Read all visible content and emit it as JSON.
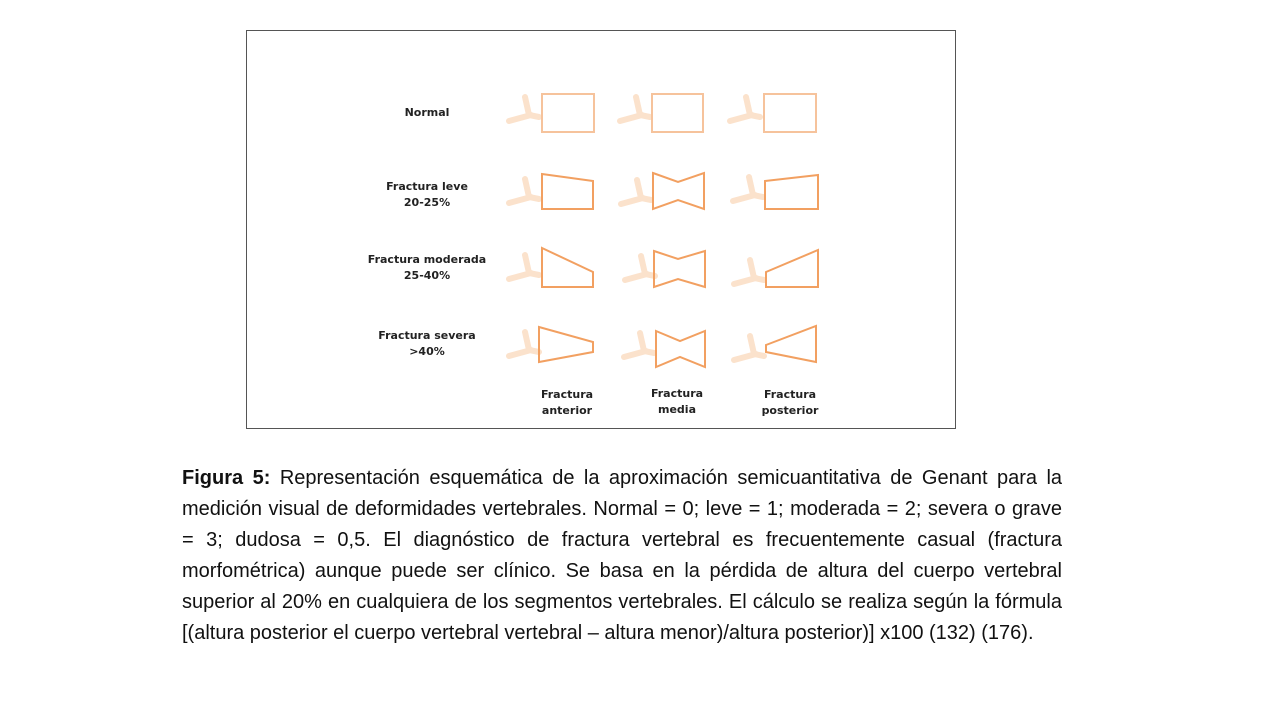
{
  "figure": {
    "shape_color": "#f2a061",
    "faded_color": "#fbe2cc",
    "rows": [
      {
        "key": "normal",
        "label_lines": [
          "Normal"
        ]
      },
      {
        "key": "leve",
        "label_lines": [
          "Fractura leve",
          "20-25%"
        ]
      },
      {
        "key": "moderada",
        "label_lines": [
          "Fractura moderada",
          "25-40%"
        ]
      },
      {
        "key": "severa",
        "label_lines": [
          "Fractura severa",
          ">40%"
        ]
      }
    ],
    "columns": [
      {
        "key": "anterior",
        "label_lines": [
          "Fractura",
          "anterior"
        ]
      },
      {
        "key": "media",
        "label_lines": [
          "Fractura",
          "media"
        ]
      },
      {
        "key": "posterior",
        "label_lines": [
          "Fractura",
          "posterior"
        ]
      }
    ]
  },
  "caption": {
    "label": "Figura 5:",
    "text": " Representación esquemática de la aproximación semicuantitativa de Genant para la medición visual de deformidades vertebrales. Normal = 0; leve = 1; moderada = 2; severa o grave = 3; dudosa = 0,5. El diagnóstico de fractura vertebral es frecuentemente casual (fractura morfométrica) aunque puede ser clínico. Se basa en la pérdida de altura del cuerpo vertebral superior al 20% en cualquiera de los segmentos vertebrales. El cálculo se realiza según la fórmula [(altura posterior el cuerpo vertebral vertebral – altura menor)/altura posterior)] x100 (132) (176)."
  }
}
